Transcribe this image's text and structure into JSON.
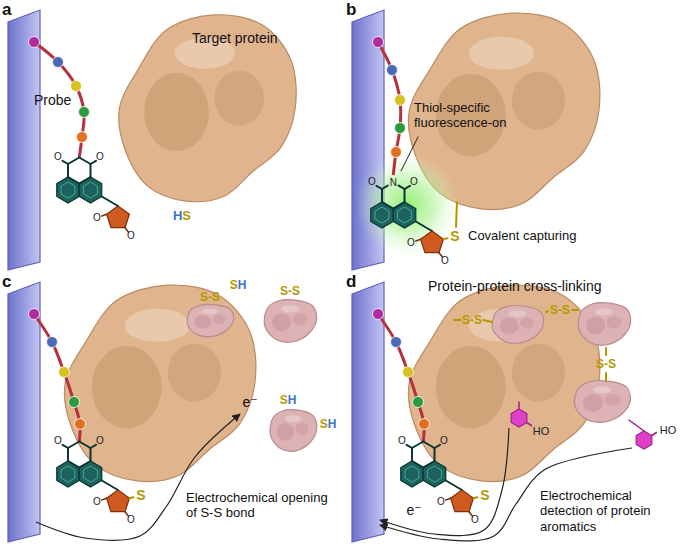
{
  "diagram": {
    "labels": [
      "a",
      "Target protein",
      "Probe",
      "HS",
      "O",
      "O",
      "O",
      "O",
      "b",
      "Thiol-specific fluorescence-on",
      "Covalent capturing",
      "N",
      "O",
      "O",
      "O",
      "O",
      "S",
      "c",
      "SH",
      "S-S",
      "S-S",
      "SH",
      "SH",
      "e⁻",
      "Electrochemical opening of S-S bond",
      "O",
      "O",
      "O",
      "O",
      "S",
      "d",
      "Protein-protein cross-linking",
      "S-S",
      "S-S",
      "S-S",
      "HO",
      "HO",
      "e⁻",
      "Electrochemical detection of protein aromatics",
      "O",
      "O",
      "O",
      "O",
      "S"
    ]
  }
}
